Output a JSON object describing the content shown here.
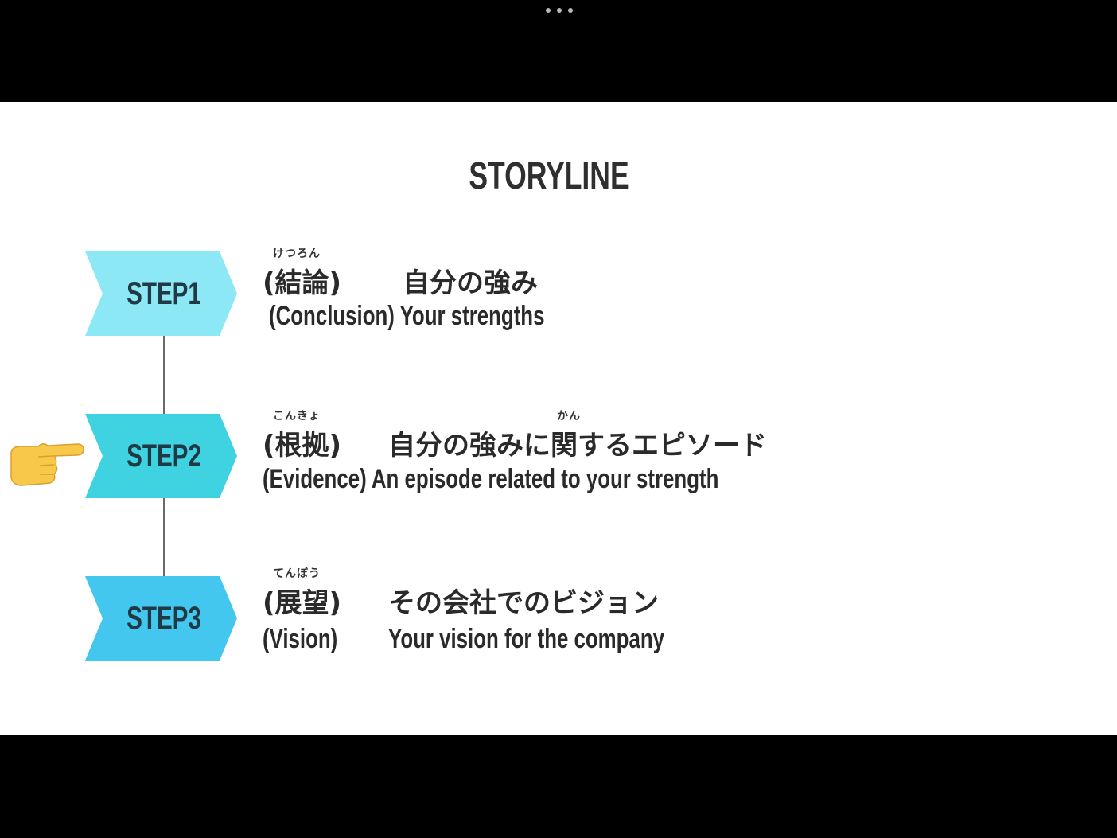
{
  "window": {
    "more_icon": "more-horizontal-icon"
  },
  "slide": {
    "title": "STORYLINE",
    "pointer_icon": "pointing-hand-icon",
    "steps": [
      {
        "label": "STEP1",
        "ruby_label": "けつろん",
        "jp_label": "(結論)",
        "jp_text": "自分の強み",
        "en_line": "(Conclusion) Your strengths",
        "color": "#8de8f6"
      },
      {
        "label": "STEP2",
        "ruby_label": "こんきょ",
        "ruby_text": "かん",
        "jp_label": "(根拠)",
        "jp_text": "自分の強みに関するエピソード",
        "en_line": "(Evidence) An episode related to your strength",
        "color": "#3fd3e2"
      },
      {
        "label": "STEP3",
        "ruby_label": "てんぼう",
        "jp_label": "(展望)",
        "jp_text": "その会社でのビジョン",
        "en_label": "(Vision)",
        "en_text": "Your vision for the company",
        "color": "#44c7ee"
      }
    ]
  }
}
